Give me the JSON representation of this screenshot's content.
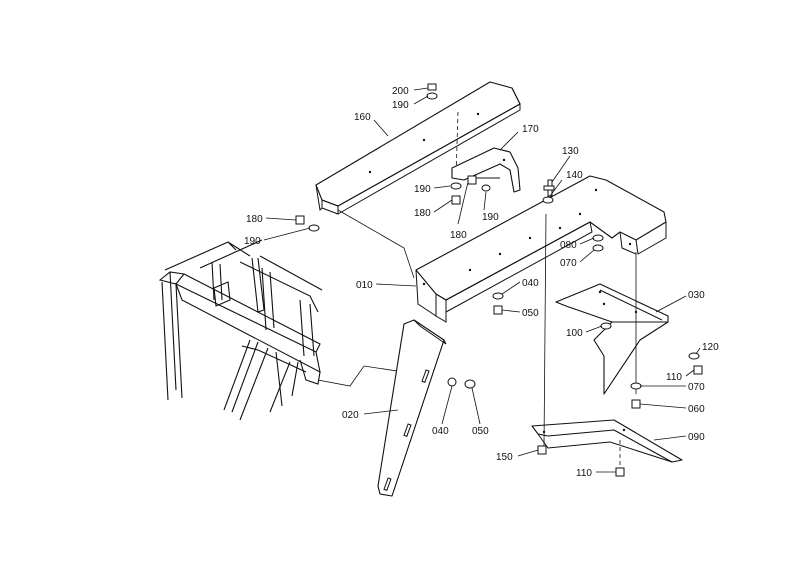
{
  "callouts": [
    {
      "id": "c200a",
      "text": "200"
    },
    {
      "id": "c190a",
      "text": "190"
    },
    {
      "id": "c160",
      "text": "160"
    },
    {
      "id": "c170",
      "text": "170"
    },
    {
      "id": "c130",
      "text": "130"
    },
    {
      "id": "c140",
      "text": "140"
    },
    {
      "id": "c190b",
      "text": "190"
    },
    {
      "id": "c180b",
      "text": "180"
    },
    {
      "id": "c180c",
      "text": "180"
    },
    {
      "id": "c190c",
      "text": "190"
    },
    {
      "id": "c180a",
      "text": "180"
    },
    {
      "id": "c190d",
      "text": "190"
    },
    {
      "id": "c080",
      "text": "080"
    },
    {
      "id": "c070a",
      "text": "070"
    },
    {
      "id": "c010",
      "text": "010"
    },
    {
      "id": "c040a",
      "text": "040"
    },
    {
      "id": "c050a",
      "text": "050"
    },
    {
      "id": "c030",
      "text": "030"
    },
    {
      "id": "c100",
      "text": "100"
    },
    {
      "id": "c120",
      "text": "120"
    },
    {
      "id": "c110a",
      "text": "110"
    },
    {
      "id": "c070b",
      "text": "070"
    },
    {
      "id": "c060",
      "text": "060"
    },
    {
      "id": "c020",
      "text": "020"
    },
    {
      "id": "c040b",
      "text": "040"
    },
    {
      "id": "c050b",
      "text": "050"
    },
    {
      "id": "c090",
      "text": "090"
    },
    {
      "id": "c150",
      "text": "150"
    },
    {
      "id": "c110b",
      "text": "110"
    }
  ]
}
